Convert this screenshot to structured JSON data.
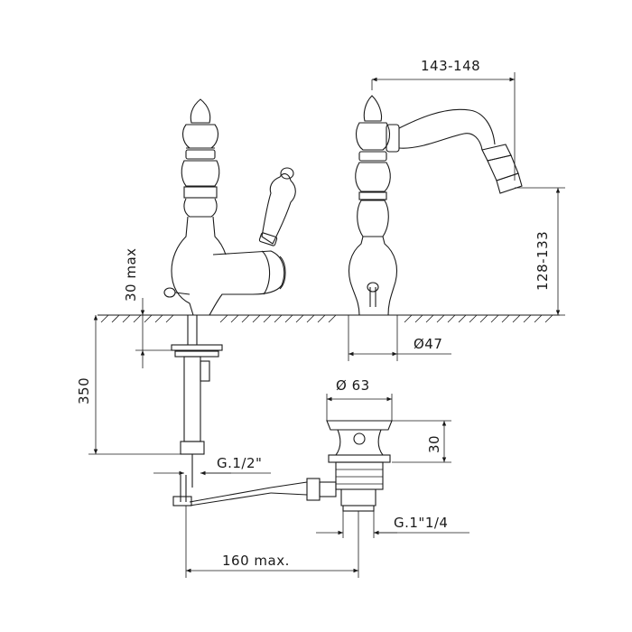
{
  "colors": {
    "line": "#1a1a1a",
    "background": "#ffffff"
  },
  "dimensions": {
    "spout_reach": "143-148",
    "spout_height": "128-133",
    "max_thickness": "30 max",
    "base_diameter": "Ø47",
    "hose_length": "350",
    "hose_thread": "G.1/2\"",
    "drain_diameter": "Ø 63",
    "drain_height": "30",
    "drain_thread": "G.1\"1/4",
    "rod_reach": "160 max."
  }
}
